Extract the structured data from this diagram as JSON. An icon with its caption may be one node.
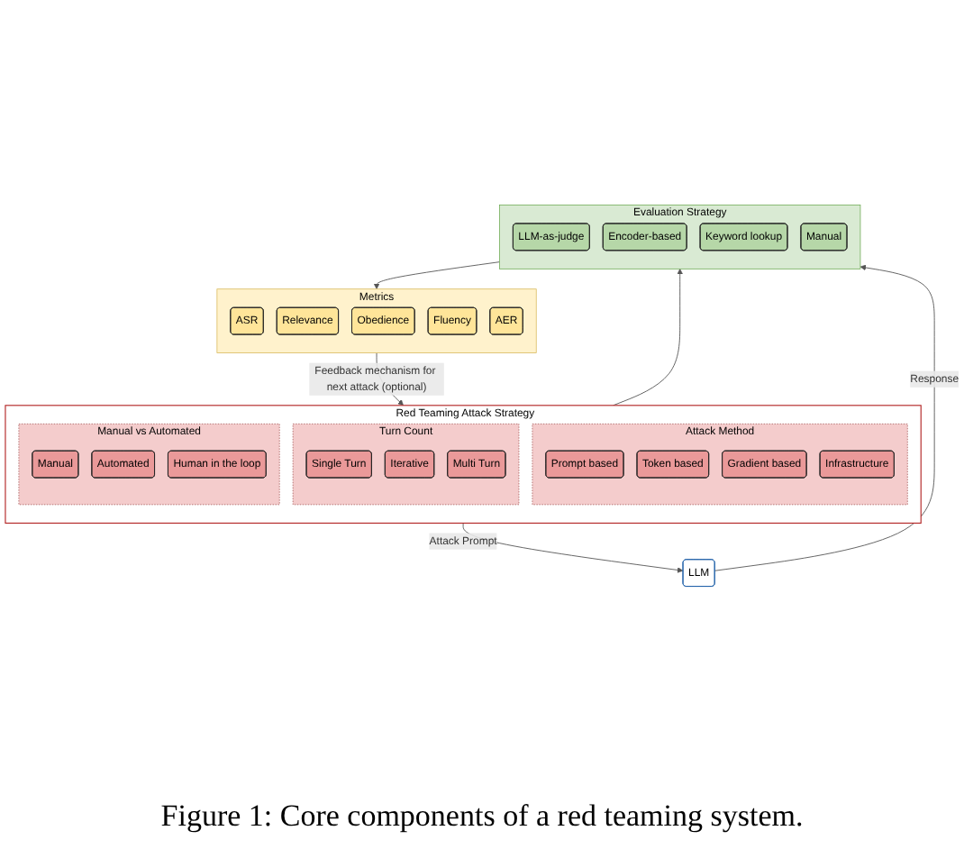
{
  "diagram": {
    "caption": "Figure 1: Core components of a red teaming system.",
    "nodes": [
      {
        "text": [
          "Red Teaming Attack Strategy"
        ]
      },
      {
        "text": [
          "Attack Method"
        ],
        "in": 0
      },
      {
        "text": [
          "Prompt based"
        ],
        "in": 1
      },
      {
        "text": [
          "Token based"
        ],
        "in": 1
      },
      {
        "text": [
          "Gradient based"
        ],
        "in": 1
      },
      {
        "text": [
          "Infrastructure"
        ],
        "in": 1
      },
      {
        "text": [
          "Turn Count"
        ],
        "in": 0
      },
      {
        "text": [
          "Single Turn"
        ],
        "in": 6
      },
      {
        "text": [
          "Iterative"
        ],
        "in": 6
      },
      {
        "text": [
          "Multi Turn"
        ],
        "in": 6
      },
      {
        "text": [
          "Manual vs Automated"
        ],
        "in": 0
      },
      {
        "text": [
          "Manual"
        ],
        "in": 10
      },
      {
        "text": [
          "Automated"
        ],
        "in": 10
      },
      {
        "text": [
          "Human in the loop"
        ],
        "in": 10
      },
      {
        "text": [
          "Metrics"
        ]
      },
      {
        "text": [
          "ASR"
        ],
        "in": 14
      },
      {
        "text": [
          "Relevance"
        ],
        "in": 14
      },
      {
        "text": [
          "Obedience"
        ],
        "in": 14
      },
      {
        "text": [
          "Fluency"
        ],
        "in": 14
      },
      {
        "text": [
          "AER"
        ],
        "in": 14
      },
      {
        "text": [
          "Evaluation Strategy"
        ]
      },
      {
        "text": [
          "LLM-as-judge"
        ],
        "in": 20
      },
      {
        "text": [
          "Encoder-based"
        ],
        "in": 20
      },
      {
        "text": [
          "Keyword lookup"
        ],
        "in": 20
      },
      {
        "text": [
          "Manual"
        ],
        "in": 20
      },
      {
        "text": [
          "LLM"
        ]
      }
    ],
    "edges": [
      {
        "from": 0,
        "to": 25,
        "label": "Attack Prompt",
        "arrow": "to"
      },
      {
        "from": 0,
        "to": 20,
        "arrow": "to"
      },
      {
        "from": 25,
        "to": 20,
        "label": "Response",
        "arrow": "to"
      },
      {
        "from": 20,
        "to": 14,
        "arrow": "to"
      },
      {
        "from": 14,
        "to": 0,
        "label": "Feedback mechanism for next attack (optional)",
        "arrow": "to"
      }
    ]
  }
}
